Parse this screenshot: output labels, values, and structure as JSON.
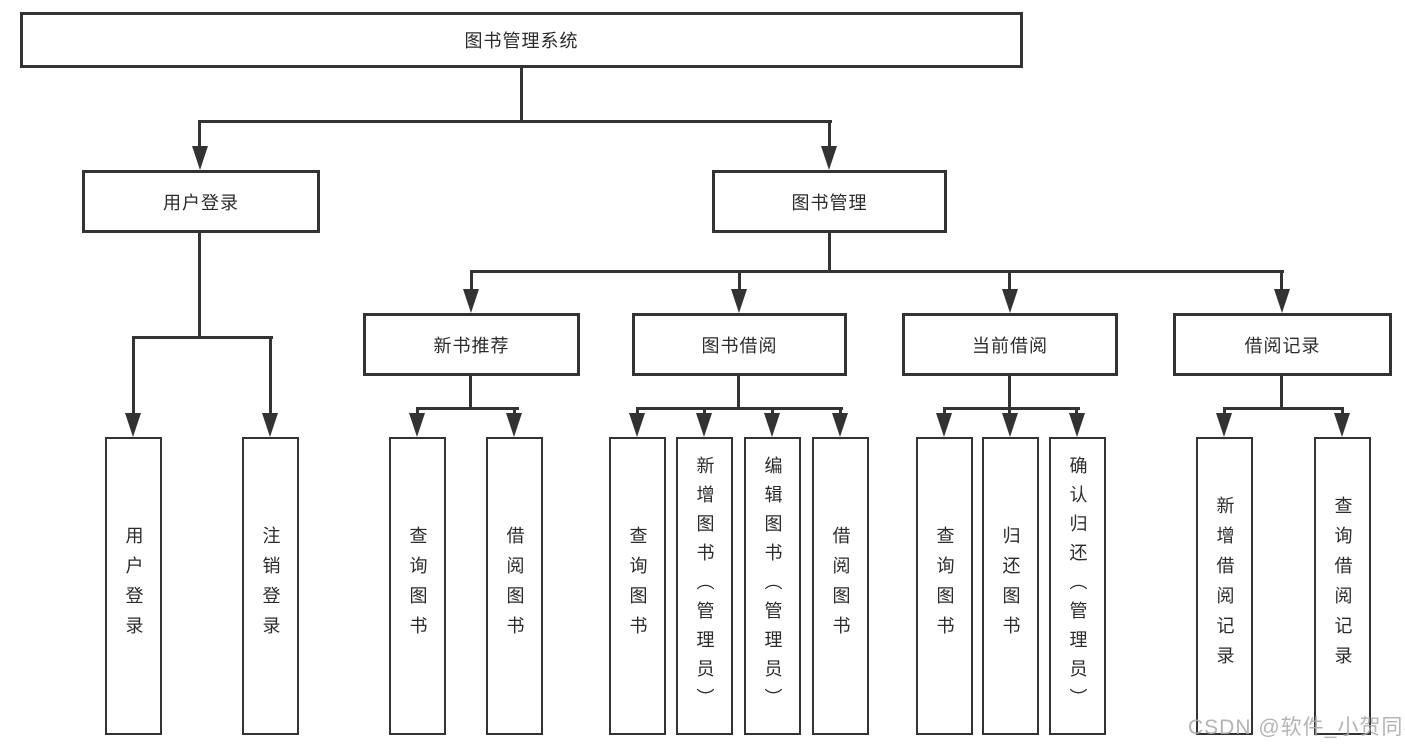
{
  "colors": {
    "line": "#333333",
    "box_border": "#333333",
    "text": "#2b2b2b",
    "watermark": "#acacac",
    "background": "#ffffff"
  },
  "tree": {
    "root": "图书管理系统",
    "level2": [
      "用户登录",
      "图书管理"
    ],
    "level3": [
      "新书推荐",
      "图书借阅",
      "当前借阅",
      "借阅记录"
    ],
    "leaves": {
      "user_login": [
        "用户登录",
        "注销登录"
      ],
      "new_book": [
        "查询图书",
        "借阅图书"
      ],
      "book_borrow": [
        "查询图书",
        "新增图书（管理员）",
        "编辑图书（管理员）",
        "借阅图书"
      ],
      "current_borrow": [
        "查询图书",
        "归还图书",
        "确认归还（管理员）"
      ],
      "borrow_record": [
        "新增借阅记录",
        "查询借阅记录"
      ]
    }
  },
  "watermark": "CSDN @软件_小贺同学"
}
